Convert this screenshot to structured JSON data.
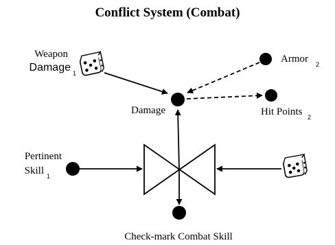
{
  "title": "Conflict System (Combat)",
  "colors": {
    "ink": "#000000",
    "background": "#ffffff"
  },
  "nodes": {
    "weapon_damage": {
      "label_line1": "Weapon",
      "label_line2": "Damage",
      "subscript": "1",
      "icon": "dice-icon"
    },
    "damage": {
      "label": "Damage"
    },
    "armor": {
      "label": "Armor",
      "subscript": "2"
    },
    "hit_points": {
      "label": "Hit Points",
      "subscript": "2"
    },
    "pertinent_skill": {
      "label_line1": "Pertinent",
      "label_line2": "Skill",
      "subscript": "1"
    },
    "right_die": {
      "icon": "dice-icon"
    },
    "check_mark": {
      "label": "Check-mark Combat Skill"
    },
    "junction": {
      "icon": "bowtie-valve-icon"
    }
  }
}
